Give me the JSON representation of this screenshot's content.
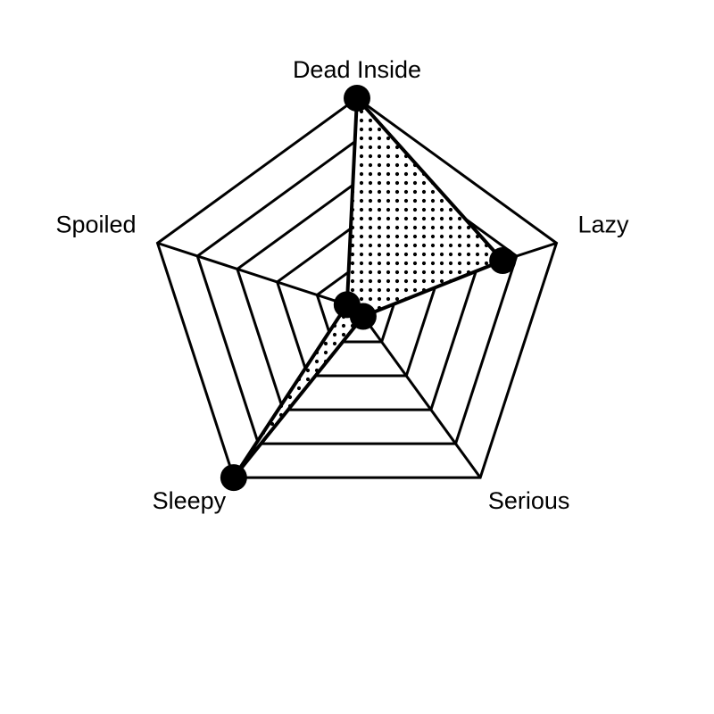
{
  "chart_data": {
    "type": "radar",
    "categories": [
      "Dead Inside",
      "Lazy",
      "Serious",
      "Sleepy",
      "Spoiled"
    ],
    "values": [
      100,
      73,
      5,
      100,
      5
    ],
    "range": [
      0,
      100
    ],
    "grid_levels": 5,
    "grid": true,
    "fill_pattern": "dots",
    "colors": {
      "stroke": "#000000",
      "fill_dots": "#000000",
      "background": "#ffffff"
    }
  }
}
